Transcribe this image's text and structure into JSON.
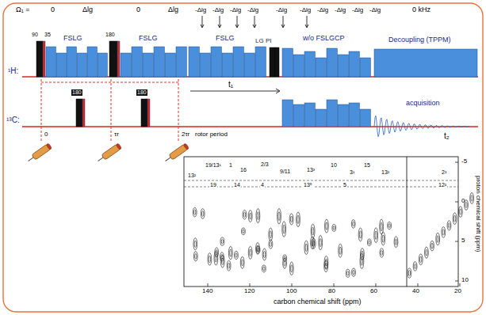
{
  "diagram": {
    "labels": [
      "Ω₁ =",
      "0",
      "Δlg",
      "0",
      "Δlg",
      "-Δlg",
      "-Δlg",
      "-Δlg",
      "-Δlg",
      "-Δlg",
      "-Δlg",
      "-Δlg",
      "-Δlg",
      "-Δlg",
      "-Δlg",
      "0 kHz",
      "90",
      "35",
      "FSLG",
      "180",
      "FSLG",
      "FSLG",
      "LG PI",
      "w/o FSLGCP",
      "Decoupling (TPPM)",
      "¹H:",
      "¹³C:",
      "t₁",
      "180",
      "180",
      "0",
      "τr",
      "2τr",
      "rotor period",
      "acquisition",
      "t₂",
      "140",
      "120",
      "100",
      "80",
      "60",
      "40",
      "20",
      "carbon chemical shift (ppm)",
      "proton chemical shift (ppm)",
      "-5",
      "0",
      "5",
      "10",
      "13²",
      "19/13¹",
      "1",
      "16",
      "2/3",
      "9/11",
      "13³",
      "10",
      "3¹",
      "15",
      "13²",
      "19",
      "14",
      "4",
      "13⁵",
      "5",
      "2²",
      "12²"
    ]
  }
}
